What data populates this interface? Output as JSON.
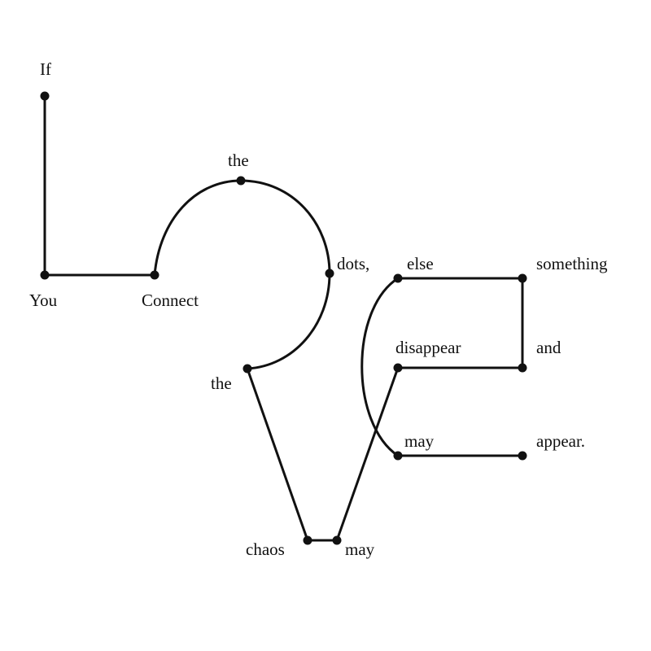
{
  "colors": {
    "ink": "#111111",
    "background": "#ffffff"
  },
  "words": {
    "if": "If",
    "you": "You",
    "connect": "Connect",
    "the_top": "the",
    "dots": "dots,",
    "the_lower": "the",
    "chaos": "chaos",
    "may_bottom": "may",
    "else": "else",
    "something": "something",
    "disappear": "disappear",
    "and": "and",
    "may_right": "may",
    "appear": "appear."
  }
}
